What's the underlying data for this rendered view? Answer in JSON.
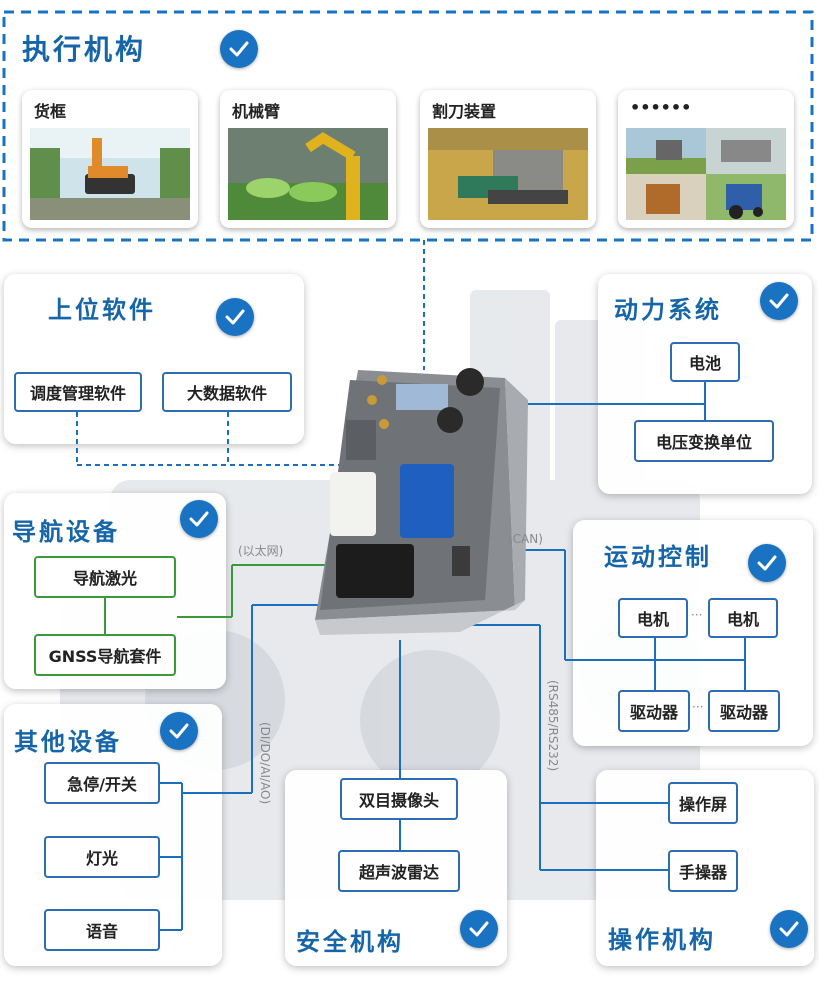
{
  "actuators": {
    "title": "执行机构",
    "items": [
      {
        "label": "货框"
      },
      {
        "label": "机械臂"
      },
      {
        "label": "割刀装置"
      },
      {
        "label": "••••••"
      }
    ]
  },
  "upper_software": {
    "title": "上位软件",
    "items": [
      "调度管理软件",
      "大数据软件"
    ]
  },
  "power_system": {
    "title": "动力系统",
    "items": [
      "电池",
      "电压变换单位"
    ]
  },
  "navigation": {
    "title": "导航设备",
    "items": [
      "导航激光",
      "GNSS导航套件"
    ],
    "bus_label": "(以太网)"
  },
  "motion_control": {
    "title": "运动控制",
    "motors": [
      "电机",
      "电机"
    ],
    "drivers": [
      "驱动器",
      "驱动器"
    ],
    "ellipsis": "···",
    "bus_label": "(CAN)"
  },
  "other_devices": {
    "title": "其他设备",
    "items": [
      "急停/开关",
      "灯光",
      "语音"
    ],
    "bus_label": "(DI/DO/AI/AO)"
  },
  "safety": {
    "title": "安全机构",
    "items": [
      "双目摄像头",
      "超声波雷达"
    ]
  },
  "operation": {
    "title": "操作机构",
    "items": [
      "操作屏",
      "手操器"
    ],
    "bus_label": "(RS485/RS232)"
  },
  "colors": {
    "accent": "#1565a8",
    "check": "#1a73c2",
    "box_border": "#2d6db5",
    "nav_line": "#3a9a3a"
  }
}
